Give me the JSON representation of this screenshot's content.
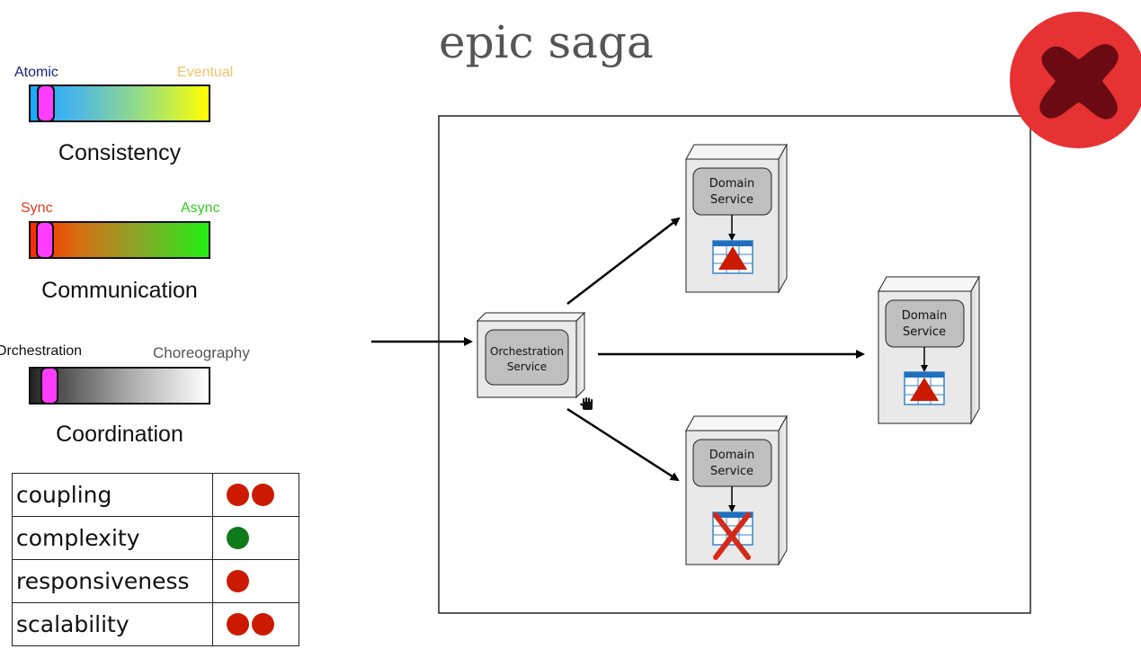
{
  "title": "epic saga",
  "sliders": [
    {
      "left_label": "Atomic",
      "right_label": "Eventual",
      "caption": "Consistency",
      "left_color": "#1a237e",
      "right_color": "#f5c26b"
    },
    {
      "left_label": "Sync",
      "right_label": "Async",
      "caption": "Communication",
      "left_color": "#e53920",
      "right_color": "#33cc22"
    },
    {
      "left_label": "Orchestration",
      "right_label": "Choreography",
      "caption": "Coordination",
      "left_color": "#111111",
      "right_color": "#555555"
    }
  ],
  "metrics": [
    {
      "name": "coupling",
      "dots": 2,
      "color": "#cc1a00"
    },
    {
      "name": "complexity",
      "dots": 1,
      "color": "#0f7a1a"
    },
    {
      "name": "responsiveness",
      "dots": 1,
      "color": "#cc1a00"
    },
    {
      "name": "scalability",
      "dots": 2,
      "color": "#cc1a00"
    }
  ],
  "diagram": {
    "orchestrator": {
      "line1": "Orchestration",
      "line2": "Service"
    },
    "domain_services": [
      {
        "line1": "Domain",
        "line2": "Service",
        "db_state": "updated"
      },
      {
        "line1": "Domain",
        "line2": "Service",
        "db_state": "updated"
      },
      {
        "line1": "Domain",
        "line2": "Service",
        "db_state": "failed"
      }
    ]
  },
  "badge": {
    "icon": "x-mark-icon",
    "color": "#e63232",
    "mark_color": "#6b0a12"
  }
}
